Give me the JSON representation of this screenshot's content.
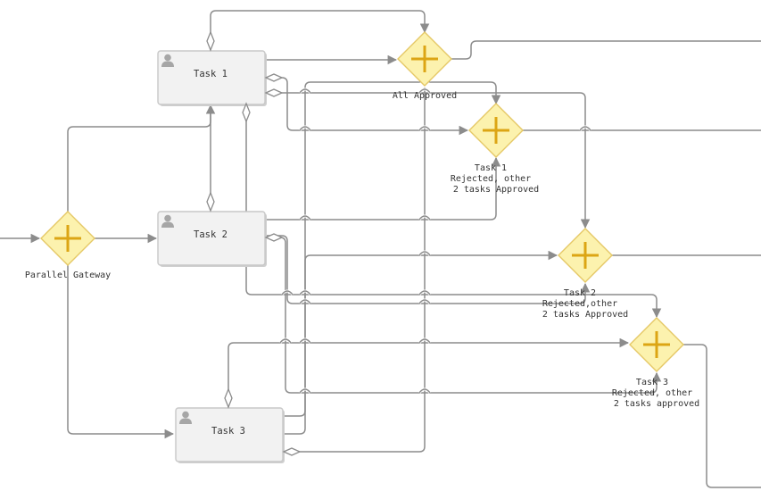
{
  "tasks": {
    "task1": {
      "label": "Task 1",
      "icon": "user-icon"
    },
    "task2": {
      "label": "Task 2",
      "icon": "user-icon"
    },
    "task3": {
      "label": "Task 3",
      "icon": "user-icon"
    }
  },
  "gateways": {
    "parallel": {
      "label": [
        "Parallel Gateway"
      ]
    },
    "all_approved": {
      "label": [
        "All Approved"
      ]
    },
    "task1_rejected": {
      "label": [
        "Task 1",
        "Rejected, other",
        "2 tasks Approved"
      ]
    },
    "task2_rejected": {
      "label": [
        "Task 2",
        "Rejected,other",
        "2 tasks Approved"
      ]
    },
    "task3_rejected": {
      "label": [
        "Task 3",
        "Rejected, other",
        "2 tasks approved"
      ]
    }
  },
  "colors": {
    "gateway_fill": "#fcf2ae",
    "gateway_stroke": "#e5c866",
    "gateway_plus": "#dca514",
    "task_fill": "#f2f2f2",
    "connector": "#8c8c8c"
  }
}
